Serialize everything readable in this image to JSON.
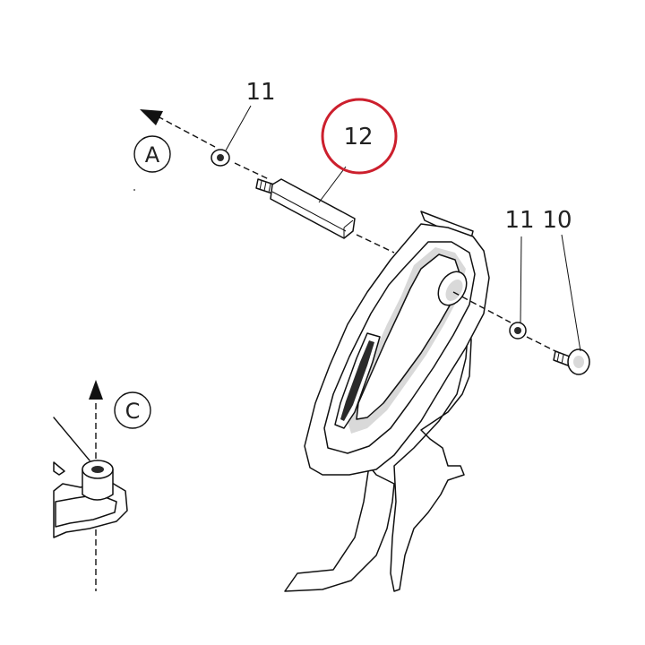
{
  "callouts": {
    "washer_top": "11",
    "standoff": "12",
    "washer_right": "11",
    "bolt": "10"
  },
  "view_markers": {
    "a": "A",
    "c": "C"
  },
  "colors": {
    "line": "#111111",
    "highlight_circle": "#cc1f2d",
    "background": "#ffffff"
  }
}
